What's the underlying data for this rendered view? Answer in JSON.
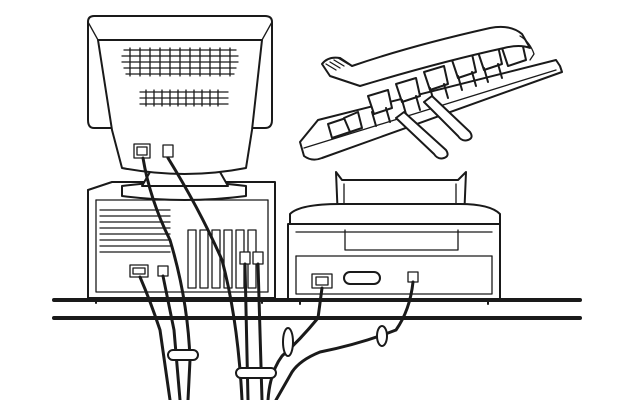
{
  "figure": {
    "description_free": true
  },
  "palette": {
    "ink": "#1a1a1a",
    "paper": "#ffffff"
  },
  "components": [
    {
      "id": "monitor",
      "icon": "crt-monitor-icon"
    },
    {
      "id": "computer",
      "icon": "desktop-case-icon"
    },
    {
      "id": "printer",
      "icon": "inkjet-printer-icon"
    },
    {
      "id": "cable-organizer",
      "icon": "cable-clip-icon"
    },
    {
      "id": "desk",
      "icon": "desk-surface-icon"
    }
  ]
}
